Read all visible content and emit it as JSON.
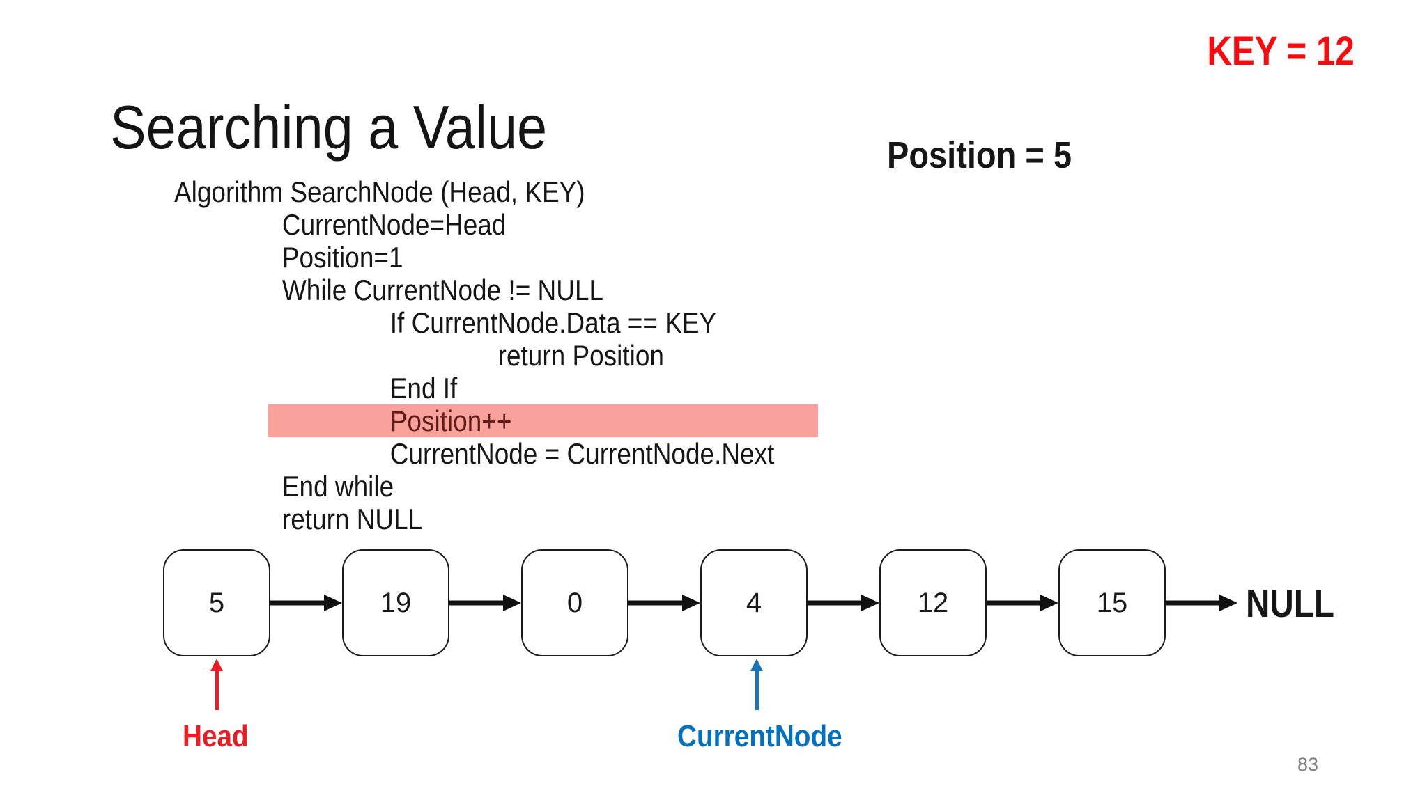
{
  "slide": {
    "key_label": "KEY = 12",
    "title": "Searching a Value",
    "position_label": "Position = 5",
    "page_number": "83"
  },
  "code": {
    "lines": [
      {
        "text": "Algorithm SearchNode (Head, KEY)",
        "indent": 0,
        "highlighted": false
      },
      {
        "text": "CurrentNode=Head",
        "indent": 1,
        "highlighted": false
      },
      {
        "text": "Position=1",
        "indent": 1,
        "highlighted": false
      },
      {
        "text": "While CurrentNode != NULL",
        "indent": 1,
        "highlighted": false
      },
      {
        "text": "If CurrentNode.Data == KEY",
        "indent": 2,
        "highlighted": false
      },
      {
        "text": "return Position",
        "indent": 3,
        "highlighted": false
      },
      {
        "text": "End If",
        "indent": 2,
        "highlighted": false
      },
      {
        "text": "Position++",
        "indent": 2,
        "highlighted": true
      },
      {
        "text": "CurrentNode = CurrentNode.Next",
        "indent": 2,
        "highlighted": false
      },
      {
        "text": "End while",
        "indent": 1,
        "highlighted": false
      },
      {
        "text": "return NULL",
        "indent": 1,
        "highlighted": false
      }
    ]
  },
  "diagram": {
    "nodes": [
      "5",
      "19",
      "0",
      "4",
      "12",
      "15"
    ],
    "null_label": "NULL",
    "head_pointer": {
      "label": "Head",
      "points_to_node": "5"
    },
    "current_pointer": {
      "label": "CurrentNode",
      "points_to_node": "4"
    }
  },
  "colors": {
    "key_red": "#fa0a0c",
    "head_red": "#ec1c24",
    "current_blue": "#0070c0",
    "highlight_background": "#f9a29c",
    "highlight_text": "#5e1d18",
    "page_number_gray": "#808080"
  }
}
